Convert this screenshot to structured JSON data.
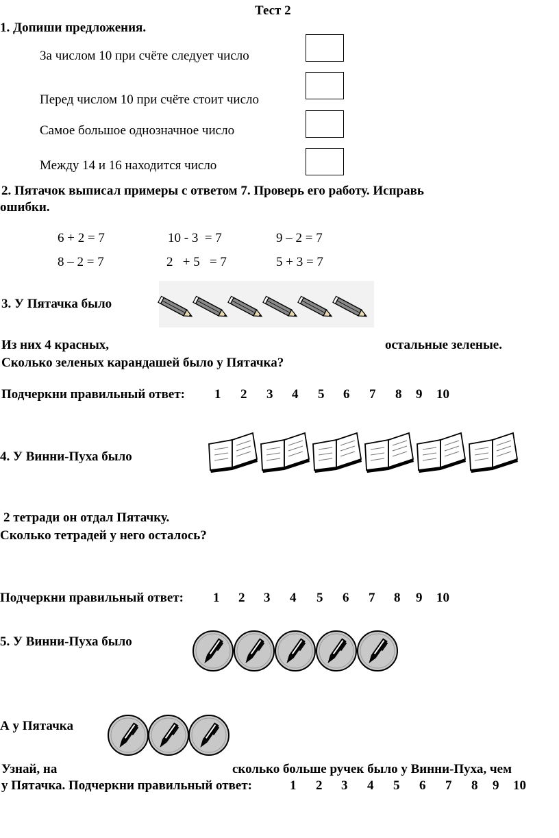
{
  "title": "Тест 2",
  "task1": {
    "heading": "1. Допиши предложения.",
    "sentences": [
      "За числом 10 при счёте следует число",
      "Перед числом 10 при счёте стоит число",
      "Самое большое однозначное число",
      "Между 14 и 16 находится число"
    ]
  },
  "task2": {
    "heading_line1": "2. Пятачок выписал примеры с ответом 7. Проверь его работу. Исправь",
    "heading_line2": "ошибки.",
    "examples": [
      [
        "6 + 2 = 7",
        "10 - 3  = 7",
        "9 – 2 = 7"
      ],
      [
        "8 – 2 = 7",
        "2   + 5   = 7",
        "5 + 3 = 7"
      ]
    ]
  },
  "task3": {
    "heading": "3. У Пятачка было",
    "pencil_count": 6,
    "line_left": "Из них 4 красных,",
    "line_right": "остальные зеленые.",
    "question": "Сколько зеленых карандашей было у Пятачка?",
    "answer_label": "Подчеркни правильный ответ:",
    "options": [
      "1",
      "2",
      "3",
      "4",
      "5",
      "6",
      "7",
      "8",
      "9",
      "10"
    ]
  },
  "task4": {
    "heading": "4. У Винни-Пуха было",
    "notebook_count": 6,
    "line1": "2 тетради он отдал Пятачку.",
    "question": "Сколько тетрадей у него осталось?",
    "answer_label": "Подчеркни правильный ответ:",
    "options": [
      "1",
      "2",
      "3",
      "4",
      "5",
      "6",
      "7",
      "8",
      "9",
      "10"
    ]
  },
  "task5": {
    "heading": "5. У Винни-Пуха было",
    "pooh_pen_count": 5,
    "piglet_label": "А у Пятачка",
    "piglet_pen_count": 3,
    "line_left": "Узнай, на",
    "line_right": "сколько больше ручек было у Винни-Пуха, чем",
    "line2": "у Пятачка. Подчеркни правильный ответ:",
    "options": [
      "1",
      "2",
      "3",
      "4",
      "5",
      "6",
      "7",
      "8",
      "9",
      "10"
    ]
  },
  "colors": {
    "ink": "#000000",
    "pencil_shade": "#8a8a8a",
    "coin_fill": "#c8c8c8"
  },
  "icons": {
    "pencil": "pencil-icon",
    "notebook": "open-notebook-icon",
    "pen": "pen-coin-icon"
  }
}
